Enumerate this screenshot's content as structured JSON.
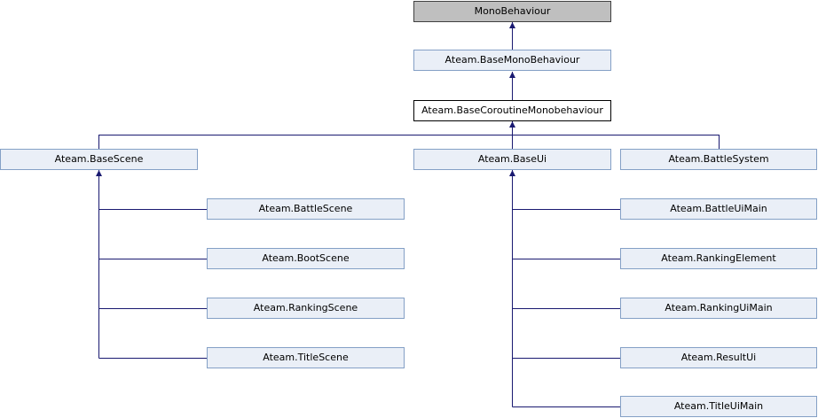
{
  "diagram": {
    "colors": {
      "edge": "#191970",
      "node_fill": "#eaeff7",
      "node_border": "#84a0c6",
      "root_fill": "#bfbfbf",
      "current_fill": "#ffffff"
    },
    "nodes": {
      "monobehaviour": "MonoBehaviour",
      "base_mono_behaviour": "Ateam.BaseMonoBehaviour",
      "base_coroutine_monobehaviour": "Ateam.BaseCoroutineMonobehaviour",
      "base_scene": "Ateam.BaseScene",
      "base_ui": "Ateam.BaseUi",
      "battle_system": "Ateam.BattleSystem",
      "battle_scene": "Ateam.BattleScene",
      "boot_scene": "Ateam.BootScene",
      "ranking_scene": "Ateam.RankingScene",
      "title_scene": "Ateam.TitleScene",
      "battle_ui_main": "Ateam.BattleUiMain",
      "ranking_element": "Ateam.RankingElement",
      "ranking_ui_main": "Ateam.RankingUiMain",
      "result_ui": "Ateam.ResultUi",
      "title_ui_main": "Ateam.TitleUiMain"
    }
  }
}
